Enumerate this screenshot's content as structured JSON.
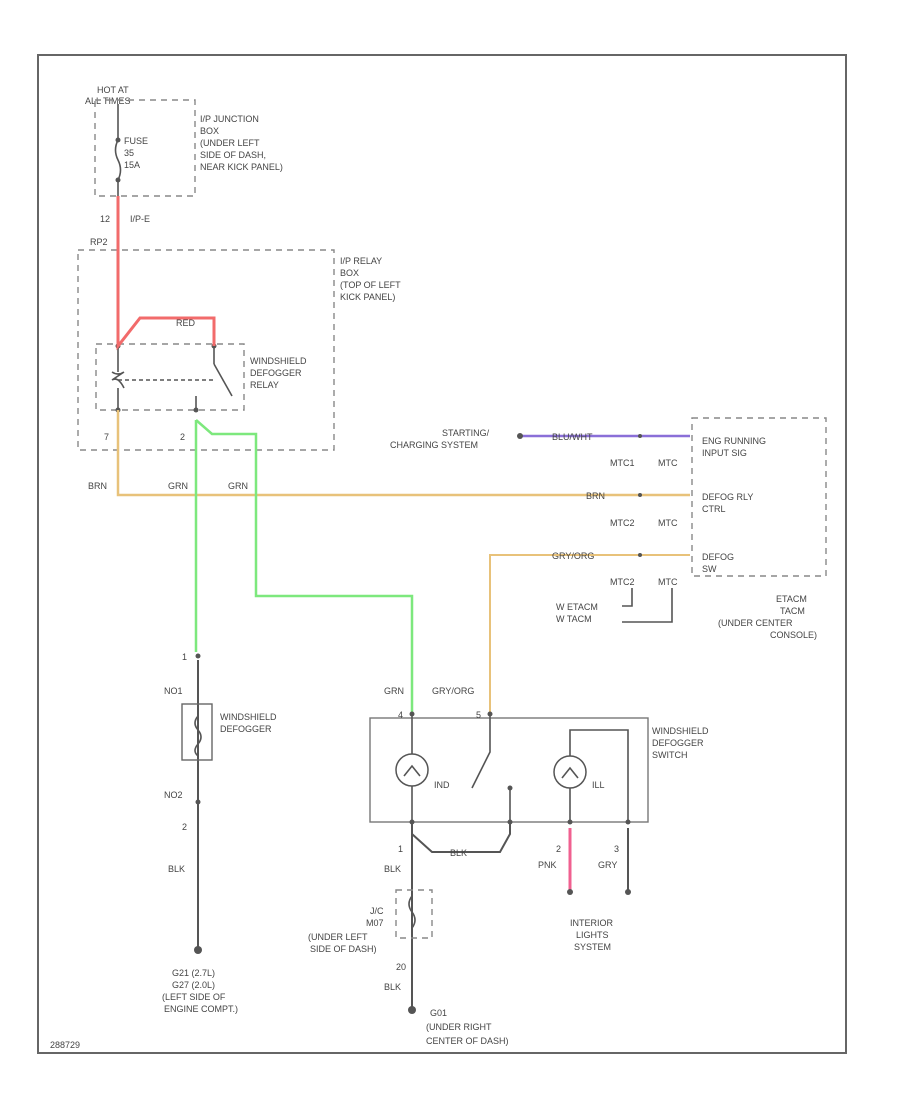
{
  "colors": {
    "red": "#f26b6b",
    "green": "#7de87d",
    "orange": "#e8c27a",
    "tan": "#c8a86a",
    "violet": "#8a6fd8",
    "pink": "#f06090",
    "black": "#444444"
  },
  "diagram_code": "288729",
  "hot_at": {
    "line1": "HOT AT",
    "line2": "ALL TIMES"
  },
  "junction_box": {
    "lines": [
      "I/P JUNCTION",
      "BOX",
      "(UNDER LEFT",
      "SIDE OF DASH,",
      "NEAR KICK PANEL)"
    ],
    "fuse_lines": [
      "FUSE",
      "35",
      "15A"
    ]
  },
  "connector_top": {
    "pin": "12",
    "id": "I/P-E"
  },
  "relay_conn_id": "RP2",
  "relay_box": {
    "lines": [
      "I/P RELAY",
      "BOX",
      "(TOP OF LEFT",
      "KICK PANEL)"
    ]
  },
  "relay_wire": "RED",
  "relay": {
    "lines": [
      "WINDSHIELD",
      "DEFOGGER",
      "RELAY"
    ],
    "pin_left": "7",
    "pin_right": "2"
  },
  "starting": {
    "line1": "STARTING/",
    "line2": "CHARGING SYSTEM",
    "wire": "BLU/WHT"
  },
  "tcm": {
    "lines": [
      "ENG RUNNING",
      "INPUT SIG"
    ],
    "defog_lines": [
      "DEFOG RLY",
      "CTRL"
    ],
    "sw_lines": [
      "DEFOG",
      "SW"
    ],
    "conn_a1": "MTC1",
    "conn_a2": "MTC",
    "conn_b1": "MTC2",
    "conn_b2": "MTC",
    "conn_c1": "MTC2",
    "conn_c2": "MTC",
    "label_lines": [
      "ETACM",
      "TACM",
      "(UNDER CENTER",
      "CONSOLE)"
    ],
    "variant_lines": [
      "W ETACM",
      "W TACM"
    ]
  },
  "wires": {
    "brn_left": "BRN",
    "grn_a": "GRN",
    "grn_b": "GRN",
    "brn_right": "BRN",
    "gry_org_top": "GRY/ORG",
    "grn_switch": "GRN",
    "gry_org_switch": "GRY/ORG",
    "blk_defog": "BLK",
    "blk_switch": "BLK",
    "blk_mid": "BLK",
    "blk_bottom": "BLK",
    "pnk": "PNK",
    "gry": "GRY"
  },
  "defogger": {
    "lines": [
      "WINDSHIELD",
      "DEFOGGER"
    ],
    "conn_top": "NO1",
    "conn_bottom": "NO2",
    "pin_top": "1",
    "pin_bottom": "2"
  },
  "switch": {
    "lines": [
      "WINDSHIELD",
      "DEFOGGER",
      "SWITCH"
    ],
    "ind": "IND",
    "ill": "ILL",
    "pin_a": "4",
    "pin_b": "5",
    "pin_c": "1",
    "pin_d": "2",
    "pin_e": "3"
  },
  "j_c": {
    "lines": [
      "J/C",
      "M07",
      "(UNDER LEFT",
      "SIDE OF DASH)"
    ],
    "pin": "20"
  },
  "ground_left": {
    "lines": [
      "G21 (2.7L)",
      "G27 (2.0L)",
      "(LEFT SIDE OF",
      "ENGINE COMPT.)"
    ]
  },
  "ground_right": {
    "lines": [
      "G01",
      "(UNDER RIGHT",
      "CENTER OF DASH)"
    ]
  },
  "interior_lights": {
    "lines": [
      "INTERIOR",
      "LIGHTS",
      "SYSTEM"
    ]
  }
}
